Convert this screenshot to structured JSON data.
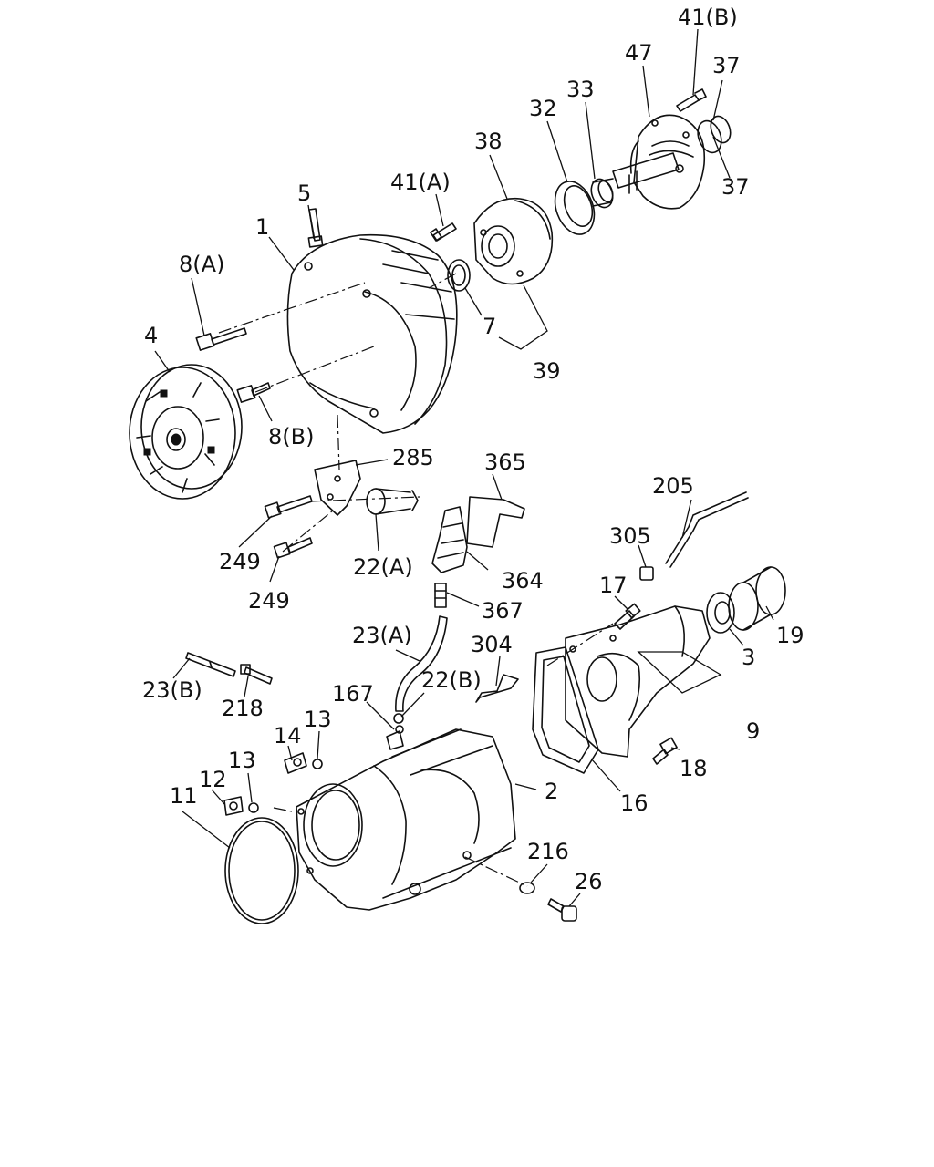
{
  "callouts": [
    {
      "id": "41B",
      "text": "41(B)"
    },
    {
      "id": "47",
      "text": "47"
    },
    {
      "id": "37a",
      "text": "37"
    },
    {
      "id": "37b",
      "text": "37"
    },
    {
      "id": "33",
      "text": "33"
    },
    {
      "id": "32",
      "text": "32"
    },
    {
      "id": "38",
      "text": "38"
    },
    {
      "id": "41A",
      "text": "41(A)"
    },
    {
      "id": "5",
      "text": "5"
    },
    {
      "id": "1",
      "text": "1"
    },
    {
      "id": "8A",
      "text": "8(A)"
    },
    {
      "id": "4",
      "text": "4"
    },
    {
      "id": "7",
      "text": "7"
    },
    {
      "id": "39",
      "text": "39"
    },
    {
      "id": "8B",
      "text": "8(B)"
    },
    {
      "id": "285",
      "text": "285"
    },
    {
      "id": "365",
      "text": "365"
    },
    {
      "id": "205",
      "text": "205"
    },
    {
      "id": "305",
      "text": "305"
    },
    {
      "id": "249a",
      "text": "249"
    },
    {
      "id": "22A",
      "text": "22(A)"
    },
    {
      "id": "364",
      "text": "364"
    },
    {
      "id": "249b",
      "text": "249"
    },
    {
      "id": "17",
      "text": "17"
    },
    {
      "id": "367",
      "text": "367"
    },
    {
      "id": "19",
      "text": "19"
    },
    {
      "id": "23A",
      "text": "23(A)"
    },
    {
      "id": "304",
      "text": "304"
    },
    {
      "id": "3",
      "text": "3"
    },
    {
      "id": "22B",
      "text": "22(B)"
    },
    {
      "id": "23B",
      "text": "23(B)"
    },
    {
      "id": "218",
      "text": "218"
    },
    {
      "id": "167",
      "text": "167"
    },
    {
      "id": "9",
      "text": "9"
    },
    {
      "id": "13a",
      "text": "13"
    },
    {
      "id": "14",
      "text": "14"
    },
    {
      "id": "18",
      "text": "18"
    },
    {
      "id": "13b",
      "text": "13"
    },
    {
      "id": "2",
      "text": "2"
    },
    {
      "id": "16",
      "text": "16"
    },
    {
      "id": "12",
      "text": "12"
    },
    {
      "id": "11",
      "text": "11"
    },
    {
      "id": "216",
      "text": "216"
    },
    {
      "id": "26",
      "text": "26"
    }
  ]
}
